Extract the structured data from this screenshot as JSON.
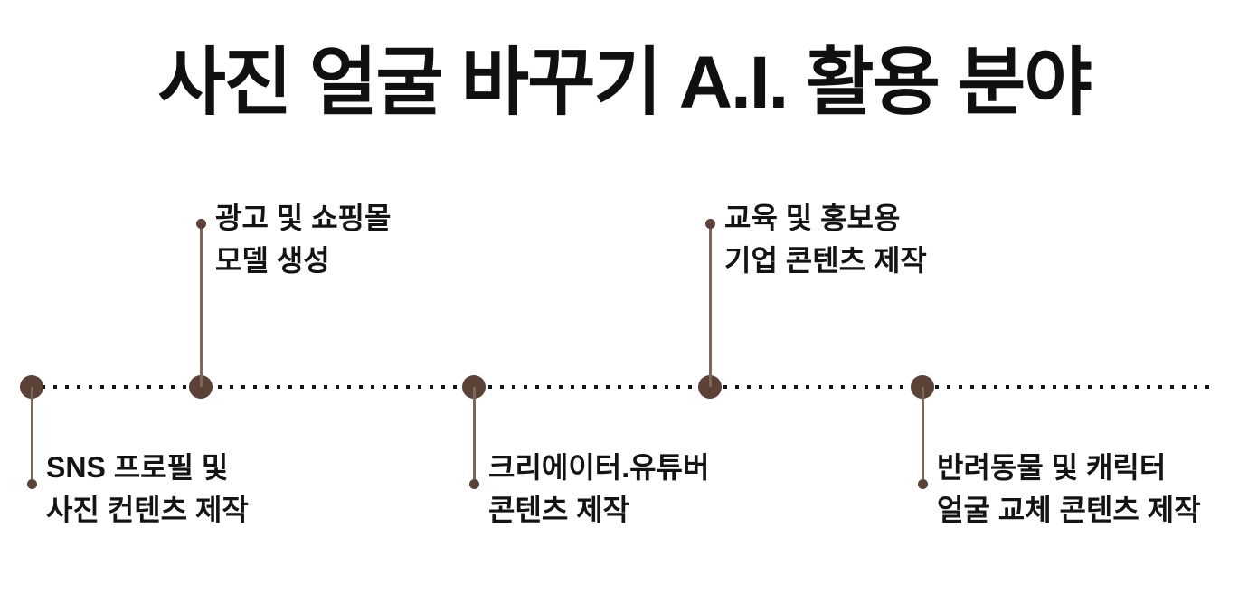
{
  "title": {
    "text": "사진 얼굴 바꾸기 A.I. 활용 분야",
    "color": "#101010"
  },
  "timeline": {
    "axis_color": "#161616",
    "node_dot_color": "#5b4136",
    "connector_color": "#7c675d",
    "nodes": [
      {
        "id": "sns-profile",
        "direction": "down",
        "label_line1": "SNS 프로필 및",
        "label_line2": "사진 컨텐츠 제작"
      },
      {
        "id": "ad-shopping-mall",
        "direction": "up",
        "label_line1": "광고 및 쇼핑몰",
        "label_line2": "모델 생성"
      },
      {
        "id": "creator-youtuber",
        "direction": "down",
        "label_line1": "크리에이터.유튜버",
        "label_line2": "콘텐츠 제작"
      },
      {
        "id": "education-promotion",
        "direction": "up",
        "label_line1": "교육 및 홍보용",
        "label_line2": "기업 콘텐츠 제작"
      },
      {
        "id": "pet-character",
        "direction": "down",
        "label_line1": "반려동물 및 캐릭터",
        "label_line2": "얼굴 교체 콘텐츠 제작"
      }
    ]
  }
}
